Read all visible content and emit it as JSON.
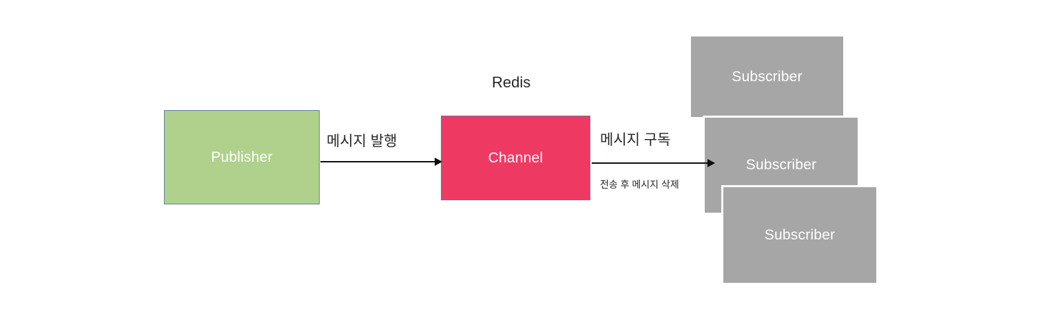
{
  "diagram": {
    "title_label": "Redis",
    "nodes": [
      {
        "id": "publisher",
        "label": "Publisher",
        "color": "#afd18c",
        "border": "#5f7f9e"
      },
      {
        "id": "channel",
        "label": "Channel",
        "color": "#ee3a63",
        "border": "#5f7f9e"
      },
      {
        "id": "subscriber1",
        "label": "Subscriber",
        "color": "#a6a6a6",
        "border": "none"
      },
      {
        "id": "subscriber2",
        "label": "Subscriber",
        "color": "#a6a6a6",
        "border": "none"
      },
      {
        "id": "subscriber3",
        "label": "Subscriber",
        "color": "#a6a6a6",
        "border": "none"
      }
    ],
    "edges": [
      {
        "id": "publish",
        "label": "메시지 발행",
        "from": "publisher",
        "to": "channel"
      },
      {
        "id": "subscribe",
        "label": "메시지 구독",
        "sublabel": "전송 후 메시지 삭제",
        "from": "channel",
        "to": "subscriber2"
      }
    ],
    "colors": {
      "background": "#ffffff",
      "arrow": "#0d0d0d",
      "node_text": "#ffffff",
      "label_text": "#262626"
    }
  }
}
